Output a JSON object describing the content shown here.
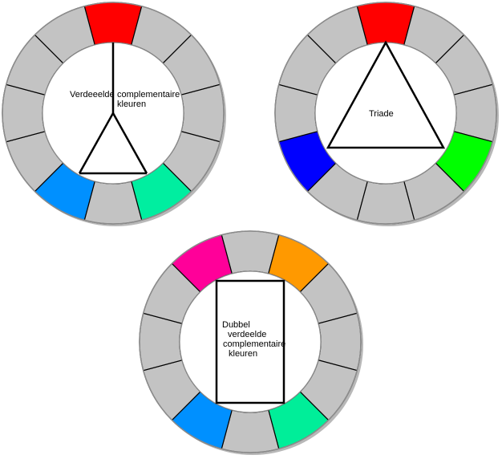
{
  "colors": {
    "neutral_segment": "#c3c3c3",
    "segment_border": "#000000",
    "ring_outline": "#8c8c8c",
    "shadow": "#9a9a9a",
    "inner_fill": "#ffffff"
  },
  "wheels": [
    {
      "id": "split-complementary",
      "highlighted": [
        {
          "segment": 0,
          "color": "#ff0000"
        },
        {
          "segment": 5,
          "color": "#00eea0"
        },
        {
          "segment": 7,
          "color": "#0090ff"
        }
      ],
      "labels": {
        "left": "Verdeeelde",
        "right_line1": "complementaire",
        "right_line2": "kleuren"
      }
    },
    {
      "id": "triad",
      "highlighted": [
        {
          "segment": 0,
          "color": "#ff0000"
        },
        {
          "segment": 4,
          "color": "#00ff00"
        },
        {
          "segment": 8,
          "color": "#0000ff"
        }
      ],
      "labels": {
        "center": "Triade"
      }
    },
    {
      "id": "double-split-complementary",
      "highlighted": [
        {
          "segment": 1,
          "color": "#ff9900"
        },
        {
          "segment": 5,
          "color": "#00ee99"
        },
        {
          "segment": 7,
          "color": "#0090ff"
        },
        {
          "segment": 11,
          "color": "#ff0099"
        }
      ],
      "labels": {
        "line1": "Dubbel",
        "line2": "verdeelde",
        "line3": "complementaire",
        "line4": "kleuren"
      }
    }
  ]
}
